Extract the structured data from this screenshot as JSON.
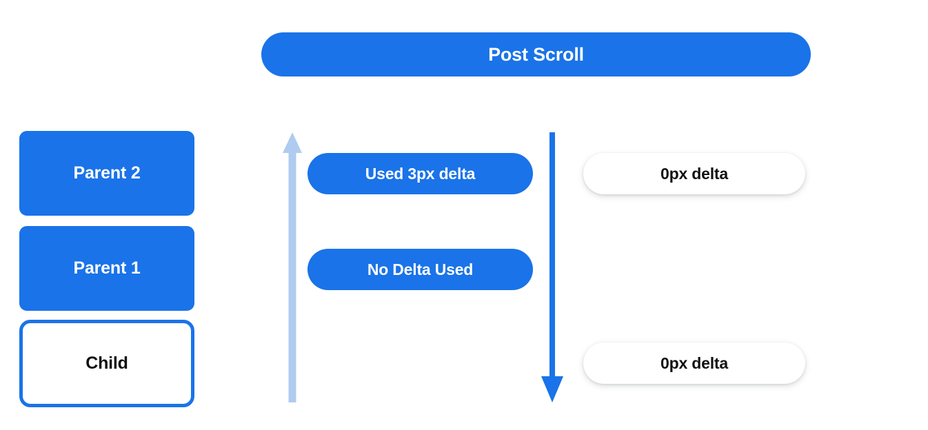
{
  "banner": {
    "title": "Post Scroll"
  },
  "colors": {
    "blue": "#1A73E8",
    "light_blue": "#AFCBF0",
    "text_dark": "#111111",
    "text_light": "#FFFFFF",
    "background": "#FFFFFF"
  },
  "scroll_chain": {
    "items": [
      {
        "label": "Parent 2",
        "style": "filled"
      },
      {
        "label": "Parent 1",
        "style": "filled"
      },
      {
        "label": "Child",
        "style": "outlined"
      }
    ]
  },
  "arrows": [
    {
      "name": "bubble-up-arrow",
      "direction": "up",
      "color": "#AFCBF0"
    },
    {
      "name": "dispatch-down-arrow",
      "direction": "down",
      "color": "#1A73E8"
    }
  ],
  "consumption": {
    "items": [
      {
        "label": "Used 3px delta"
      },
      {
        "label": "No Delta Used"
      }
    ]
  },
  "deltas": {
    "items": [
      {
        "label": "0px delta"
      },
      {
        "label": "0px delta"
      }
    ]
  }
}
